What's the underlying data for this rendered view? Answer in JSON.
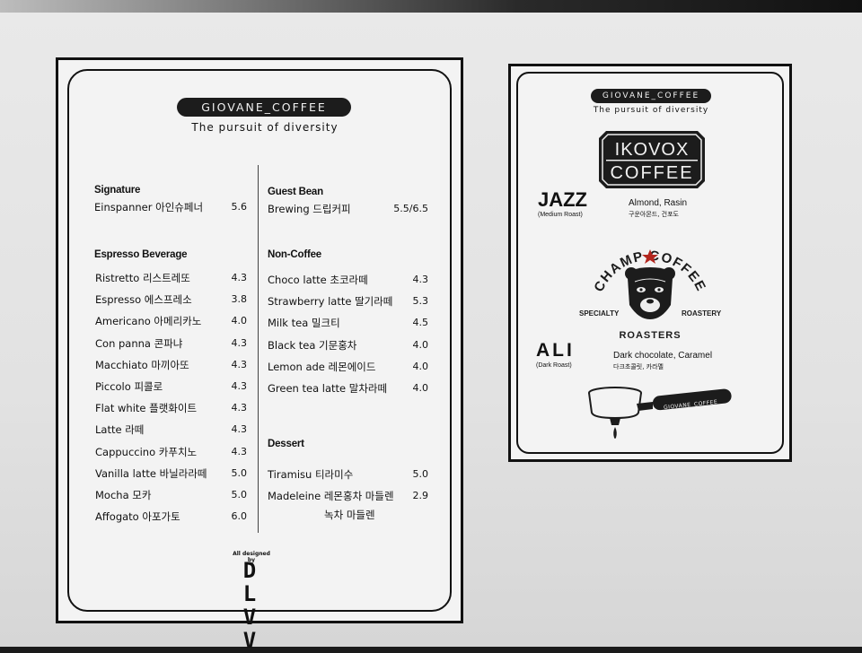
{
  "left_menu": {
    "brand": "GIOVANE_COFFEE",
    "tagline": "The pursuit of diversity",
    "sections": {
      "signature": {
        "title": "Signature",
        "items": [
          {
            "name": "Einspanner 아인슈페너",
            "price": "5.6"
          }
        ]
      },
      "espresso": {
        "title": "Espresso Beverage",
        "items": [
          {
            "name": "Ristretto 리스트레또",
            "price": "4.3"
          },
          {
            "name": "Espresso 에스프레소",
            "price": "3.8"
          },
          {
            "name": "Americano 아메리카노",
            "price": "4.0"
          },
          {
            "name": "Con panna 콘파냐",
            "price": "4.3"
          },
          {
            "name": "Macchiato 마끼아또",
            "price": "4.3"
          },
          {
            "name": "Piccolo 피콜로",
            "price": "4.3"
          },
          {
            "name": "Flat white 플랫화이트",
            "price": "4.3"
          },
          {
            "name": "Latte 라떼",
            "price": "4.3"
          },
          {
            "name": "Cappuccino 카푸치노",
            "price": "4.3"
          },
          {
            "name": "Vanilla latte 바닐라라떼",
            "price": "5.0"
          },
          {
            "name": "Mocha 모카",
            "price": "5.0"
          },
          {
            "name": "Affogato 아포가토",
            "price": "6.0"
          }
        ]
      },
      "guest_bean": {
        "title": "Guest Bean",
        "items": [
          {
            "name": "Brewing 드립커피",
            "price": "5.5/6.5"
          }
        ]
      },
      "non_coffee": {
        "title": "Non-Coffee",
        "items": [
          {
            "name": "Choco latte 초코라떼",
            "price": "4.3"
          },
          {
            "name": "Strawberry latte 딸기라떼",
            "price": "5.3"
          },
          {
            "name": "Milk tea 밀크티",
            "price": "4.5"
          },
          {
            "name": "Black tea 기문홍차",
            "price": "4.0"
          },
          {
            "name": "Lemon ade 레몬에이드",
            "price": "4.0"
          },
          {
            "name": "Green tea latte 말차라떼",
            "price": "4.0"
          }
        ]
      },
      "dessert": {
        "title": "Dessert",
        "items": [
          {
            "name": "Tiramisu 티라미수",
            "price": "5.0"
          },
          {
            "name": "Madeleine 레몬홍차 마들렌",
            "name_line2": "녹차 마들렌",
            "price": "2.9"
          }
        ]
      }
    },
    "designed_by": "All designed by",
    "designer_logo": [
      "D L",
      "V V"
    ]
  },
  "right_menu": {
    "brand": "GIOVANE_COFFEE",
    "tagline": "The pursuit of diversity",
    "roaster1": [
      "IKOVOX",
      "COFFEE"
    ],
    "bean1": {
      "name": "JAZZ",
      "roast": "(Medium Roast)",
      "notes": "Almond, Rasin",
      "notes_kr": "구운아몬드, 건포도"
    },
    "roaster2": {
      "top": "CHAMP COFFEE",
      "left": "SPECIALTY",
      "right": "ROASTERY",
      "bottom": "ROASTERS"
    },
    "bean2": {
      "name": "ALI",
      "roast": "(Dark Roast)",
      "notes": "Dark chocolate, Caramel",
      "notes_kr": "다크초콜릿, 카라멜"
    },
    "portafilter_label": "GIOVANE_COFFEE"
  }
}
